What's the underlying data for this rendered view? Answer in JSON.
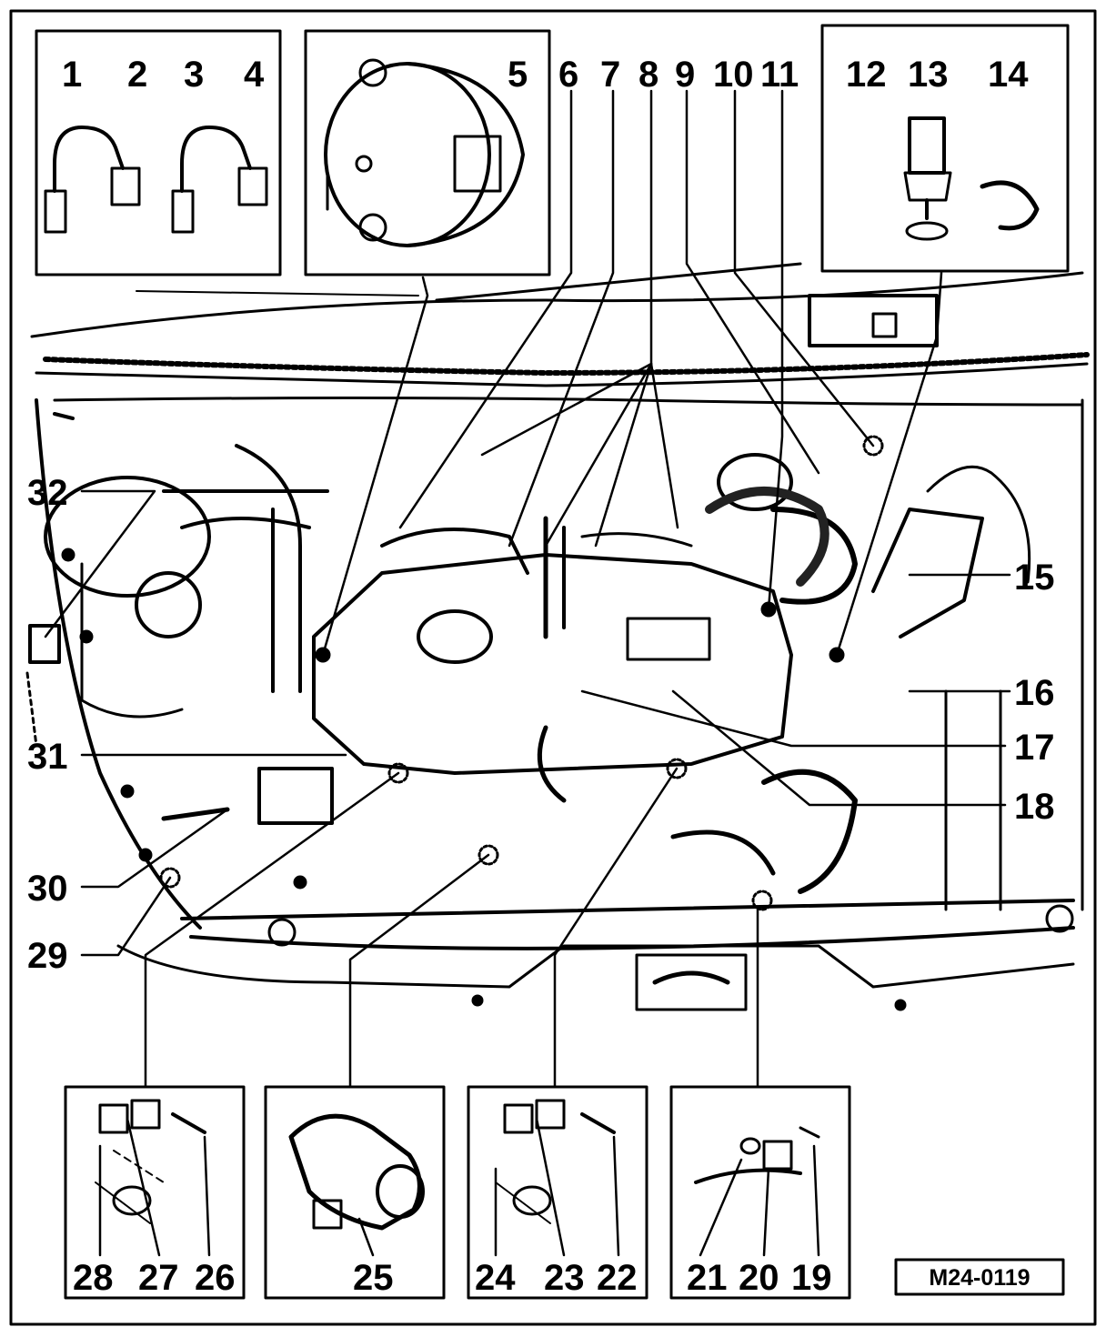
{
  "diagram": {
    "callouts": [
      "1",
      "2",
      "3",
      "4",
      "5",
      "6",
      "7",
      "8",
      "9",
      "10",
      "11",
      "12",
      "13",
      "14",
      "15",
      "16",
      "17",
      "18",
      "19",
      "20",
      "21",
      "22",
      "23",
      "24",
      "25",
      "26",
      "27",
      "28",
      "29",
      "30",
      "31",
      "32"
    ],
    "figure_code": "M24-0119"
  }
}
